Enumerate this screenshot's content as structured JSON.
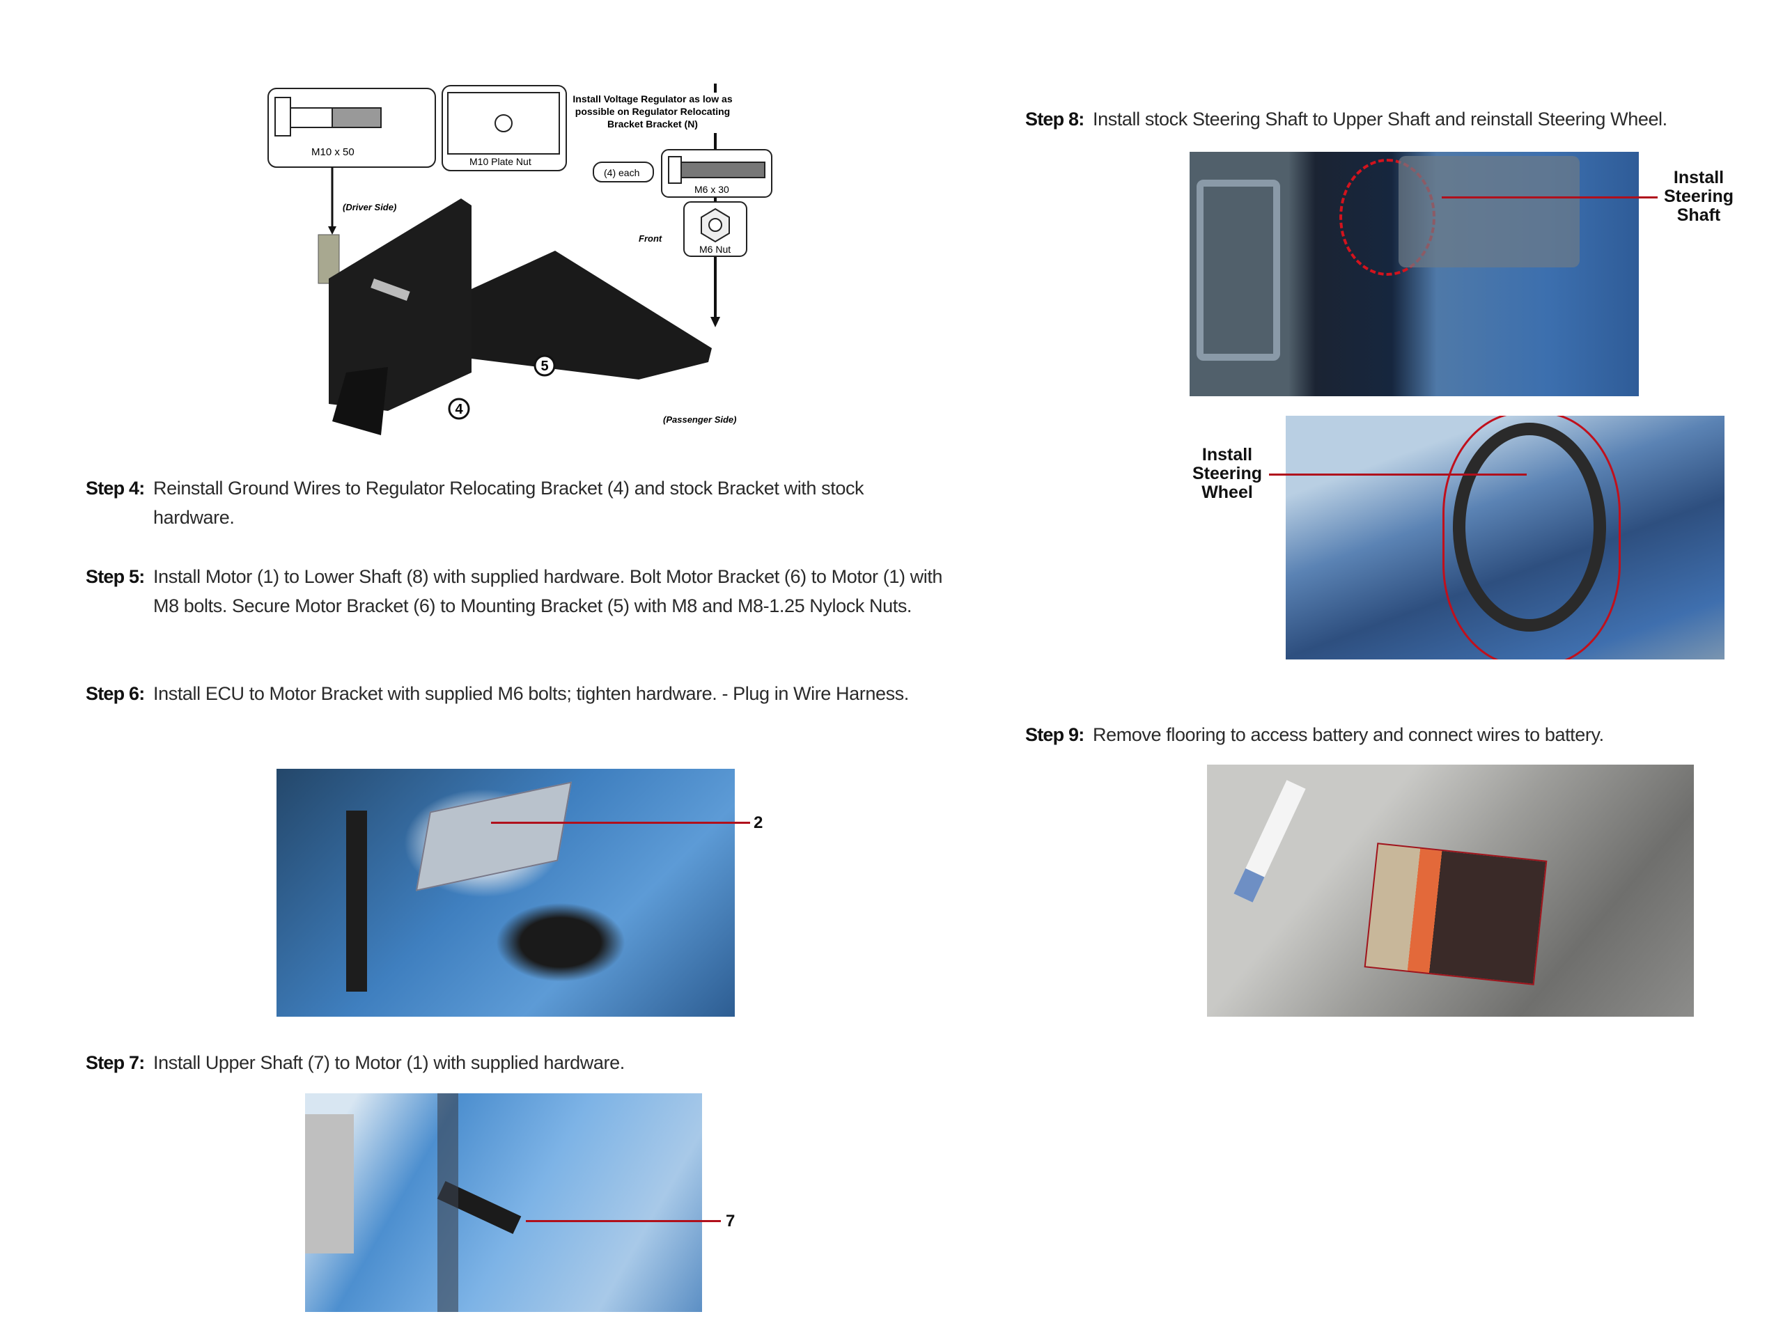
{
  "diagram": {
    "bolt_label": "M10 x 50",
    "plate_nut_label": "M10 Plate Nut",
    "note": [
      "Install Voltage Regulator as low as",
      "possible on Regulator Relocating",
      "Bracket Bracket (N)"
    ],
    "each_label": "(4) each",
    "m6_bolt_label": "M6 x 30",
    "m6_nut_label": "M6 Nut",
    "driver_side": "(Driver Side)",
    "front": "Front",
    "passenger_side": "(Passenger Side)",
    "callout_4": "4",
    "callout_5": "5"
  },
  "steps": [
    {
      "label": "Step 4:",
      "text": "Reinstall Ground Wires to Regulator Relocating Bracket (4) and stock Bracket with stock hardware."
    },
    {
      "label": "Step 5:",
      "text": "Install Motor (1) to Lower Shaft (8) with supplied hardware. Bolt Motor Bracket (6) to Motor (1) with M8 bolts. Secure Motor Bracket (6) to Mounting Bracket (5) with M8 and M8-1.25 Nylock Nuts."
    },
    {
      "label": "Step 6:",
      "text": "Install ECU to Motor Bracket with supplied M6 bolts; tighten hardware. - Plug in Wire Harness."
    },
    {
      "label": "Step 7:",
      "text": "Install Upper Shaft (7) to Motor (1) with supplied hardware."
    },
    {
      "label": "Step 8:",
      "text": "Install stock Steering Shaft to Upper Shaft and reinstall Steering Wheel."
    },
    {
      "label": "Step 9:",
      "text": "Remove flooring to access battery and connect wires to battery."
    }
  ],
  "photo_callouts": {
    "ecu": "2",
    "upper_shaft": "7",
    "steering_shaft": [
      "Install",
      "Steering",
      "Shaft"
    ],
    "steering_wheel": [
      "Install",
      "Steering",
      "Wheel"
    ]
  },
  "colors": {
    "callout_line": "#b0101c"
  }
}
